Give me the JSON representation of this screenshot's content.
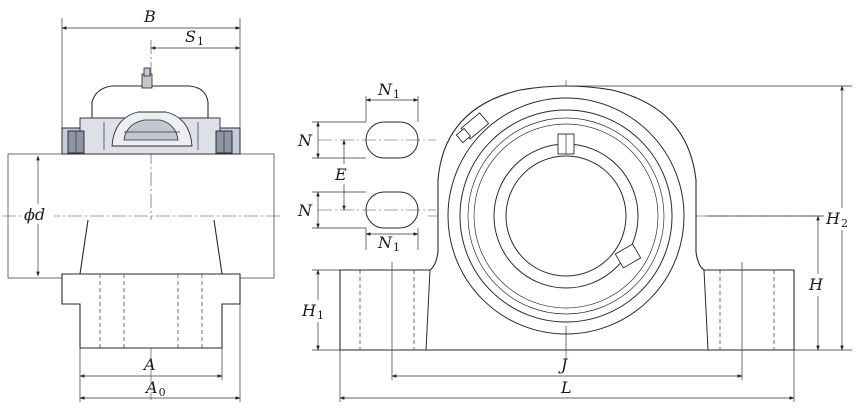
{
  "labels": {
    "B": "B",
    "S": "S",
    "S_sub": "1",
    "phi_d": "ϕd",
    "A": "A",
    "A0": "A",
    "A0_sub": "0",
    "N1_top": "N",
    "N1_top_sub": "1",
    "N_top": "N",
    "E": "E",
    "N_bottom": "N",
    "N1_bottom": "N",
    "N1_bottom_sub": "1",
    "H1": "H",
    "H1_sub": "1",
    "J": "J",
    "L": "L",
    "H": "H",
    "H2": "H",
    "H2_sub": "2"
  },
  "colors": {
    "insert_fill": "#c9ccd6",
    "bolt_fill": "#8e95a6",
    "line": "#2a2a2a"
  }
}
